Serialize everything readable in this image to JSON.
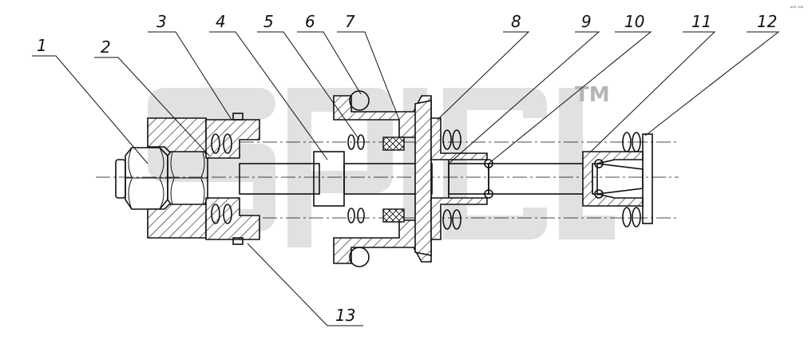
{
  "drawing": {
    "callouts": [
      {
        "id": "c1",
        "label": "1"
      },
      {
        "id": "c2",
        "label": "2"
      },
      {
        "id": "c3",
        "label": "3"
      },
      {
        "id": "c4",
        "label": "4"
      },
      {
        "id": "c5",
        "label": "5"
      },
      {
        "id": "c6",
        "label": "6"
      },
      {
        "id": "c7",
        "label": "7"
      },
      {
        "id": "c8",
        "label": "8"
      },
      {
        "id": "c9",
        "label": "9"
      },
      {
        "id": "c10",
        "label": "10"
      },
      {
        "id": "c11",
        "label": "11"
      },
      {
        "id": "c12",
        "label": "12"
      },
      {
        "id": "c13",
        "label": "13"
      }
    ]
  },
  "watermark": {
    "trademark": "TM",
    "corner_mark": "ᵃ⁰⁰ ⁰⁰⁰"
  },
  "colors": {
    "ink": "#111111",
    "watermark": "#c9c9c9",
    "background": "#ffffff"
  }
}
